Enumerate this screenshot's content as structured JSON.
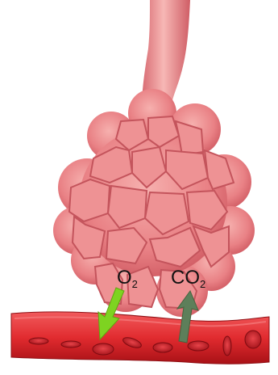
{
  "diagram": {
    "labels": {
      "oxygen_main": "O",
      "oxygen_sub": "2",
      "co2_main": "CO",
      "co2_sub": "2"
    },
    "colors": {
      "background": "#ffffff",
      "alveolus_light": "#f2a3a3",
      "alveolus_mid": "#e7777b",
      "alveolus_dark": "#c94f56",
      "vessel": "#e12b2f",
      "vessel_dark": "#a81116",
      "blood_cell": "#c81e24",
      "oxygen_arrow": "#7ed321",
      "co2_arrow": "#5d7f5a"
    }
  }
}
